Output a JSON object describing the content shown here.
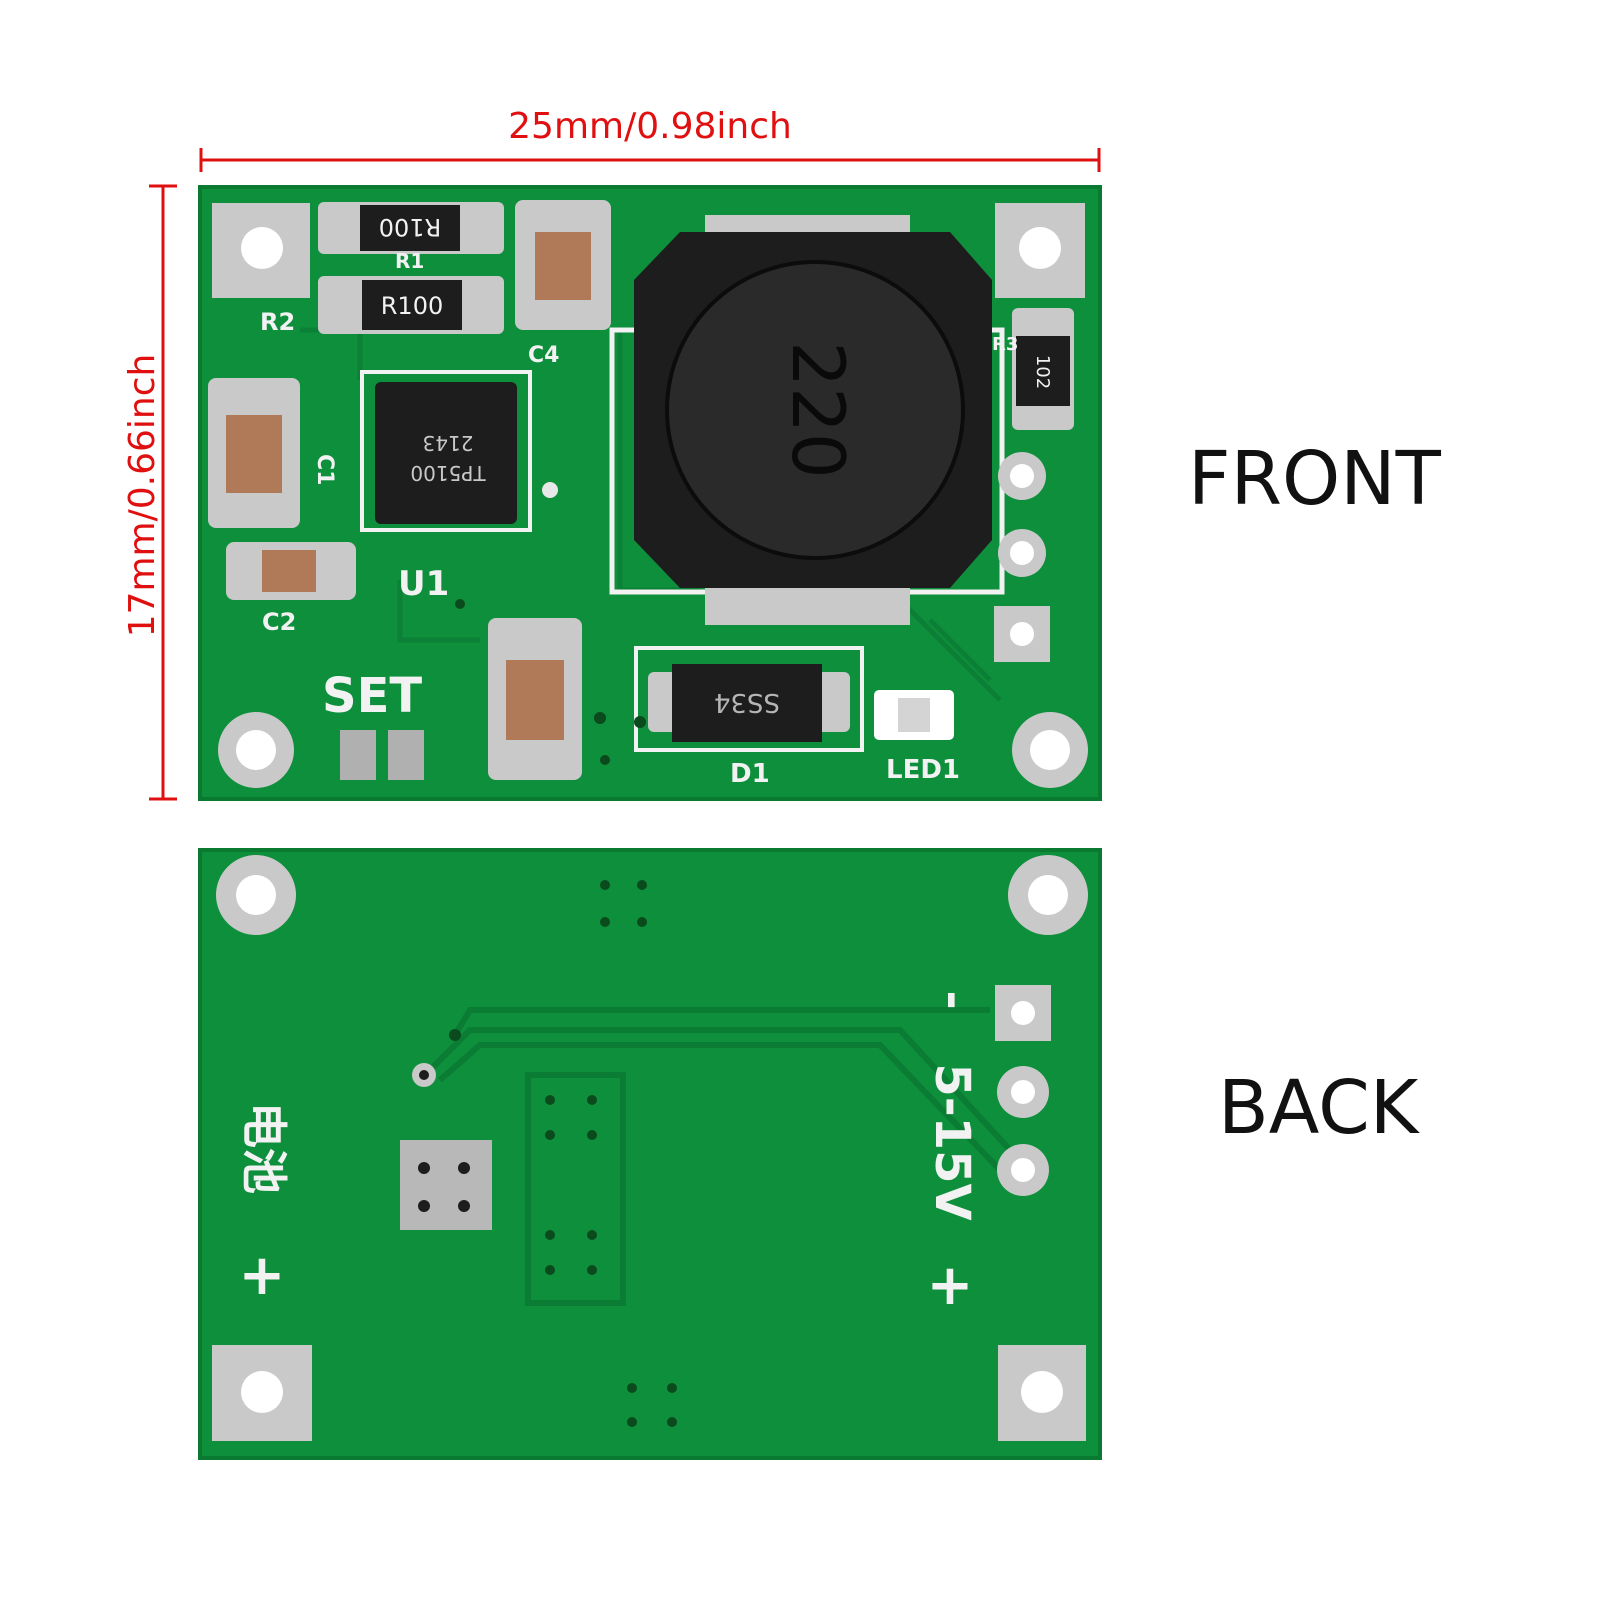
{
  "dimensions": {
    "width_label": "25mm/0.98inch",
    "height_label": "17mm/0.66inch",
    "line_color": "#e01010"
  },
  "views": {
    "front_label": "FRONT",
    "back_label": "BACK"
  },
  "front_board": {
    "resistor_r1_marking": "R100",
    "resistor_r2_marking": "R100",
    "resistor_r3_marking": "102",
    "chip_marking_line1": "TP5100",
    "chip_marking_line2": "2143",
    "inductor_marking": "220",
    "diode_marking": "SS34",
    "silk": {
      "r1": "R1",
      "r2": "R2",
      "r3": "R3",
      "c1": "C1",
      "c2": "C2",
      "c4": "C4",
      "u1": "U1",
      "set": "SET",
      "d1": "D1",
      "led1": "LED1"
    }
  },
  "back_board": {
    "minus": "-",
    "voltage": "5-15V",
    "plus_right": "+",
    "plus_left": "+",
    "battery": "电池"
  },
  "colors": {
    "pcb_green": "#0e8f3c",
    "pcb_edge": "#0a7a31",
    "pad_silver": "#c9c9c9",
    "silk_white": "#f2f2f2",
    "component_black": "#1d1d1d",
    "capacitor_tan": "#b07a58"
  }
}
